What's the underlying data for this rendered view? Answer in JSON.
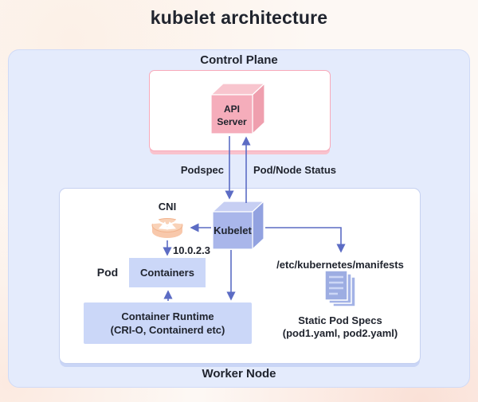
{
  "title": "kubelet architecture",
  "colors": {
    "panel_bg": "#e4ebfc",
    "pink_border": "#f8a9b9",
    "cube_pink": "#f5adbb",
    "cube_blue": "#a9b6ea",
    "arrow": "#5c6cc4",
    "light_blue_box": "#cbd7f8",
    "router_orange": "#f8c8ab",
    "text": "#20242e"
  },
  "control_plane": {
    "label": "Control Plane",
    "api_server": {
      "line1": "API",
      "line2": "Server"
    }
  },
  "edges": {
    "podspec": "Podspec",
    "pod_node_status": "Pod/Node Status",
    "ip": "10.0.2.3",
    "manifests_path": "/etc/kubernetes/manifests"
  },
  "worker_node": {
    "label": "Worker Node",
    "cni": "CNI",
    "kubelet": "Kubelet",
    "pod": "Pod",
    "containers": "Containers",
    "runtime_line1": "Container Runtime",
    "runtime_line2": "(CRI-O, Containerd etc)",
    "static_specs_line1": "Static Pod Specs",
    "static_specs_line2": "(pod1.yaml, pod2.yaml)"
  },
  "icons": {
    "cni_icon": "router-icon",
    "specs_icon": "documents-icon"
  }
}
